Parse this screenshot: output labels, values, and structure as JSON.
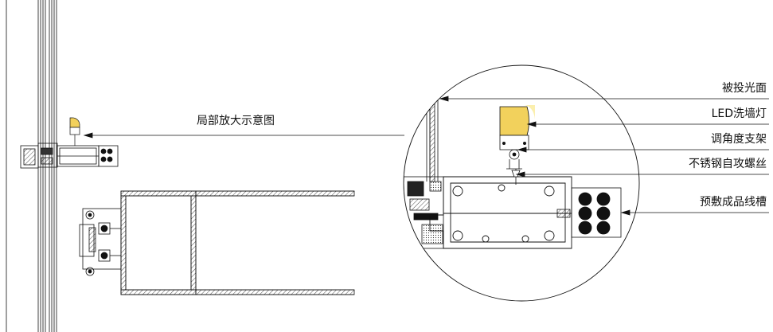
{
  "diagram": {
    "detail_title": "局部放大示意图",
    "callouts": [
      {
        "label": "被投光面"
      },
      {
        "label": "LED洗墙灯"
      },
      {
        "label": "调角度支架"
      },
      {
        "label": "不锈钢自攻螺丝"
      },
      {
        "label": "预敷成品线槽"
      }
    ],
    "colors": {
      "lamp_lens": "#F2D15C",
      "lamp_glow": "#FBEFAE",
      "line": "#111111"
    }
  }
}
